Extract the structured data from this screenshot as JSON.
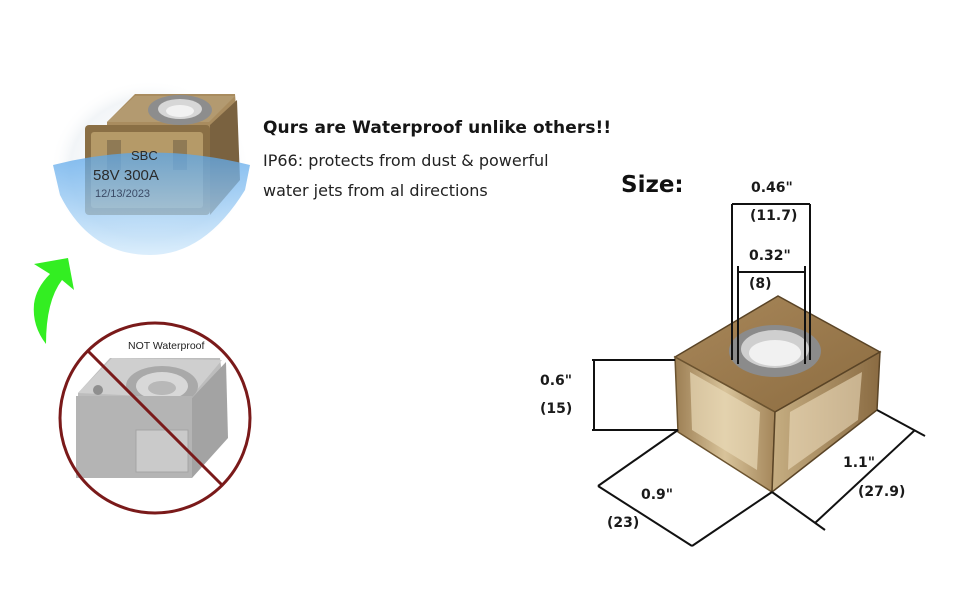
{
  "feature": {
    "headline": "Qurs are Waterproof unlike others!!",
    "description_line1": "IP66: protects from dust & powerful",
    "description_line2": "water jets from al directions"
  },
  "waterproof_product": {
    "brand_text": "SBC",
    "rating_text": "58V 300A",
    "date_text": "12/13/2023",
    "body_color": "#8a6f45",
    "water_color": "#6fb6ee"
  },
  "comparison": {
    "arrow_color": "#33ee22",
    "not_label": "NOT Waterproof",
    "prohibit_color": "#7a1a1a"
  },
  "size": {
    "title": "Size:",
    "outer_hole": {
      "inch": "0.46\"",
      "mm": "(11.7)"
    },
    "inner_hole": {
      "inch": "0.32\"",
      "mm": "(8)"
    },
    "height": {
      "inch": "0.6\"",
      "mm": "(15)"
    },
    "width": {
      "inch": "0.9\"",
      "mm": "(23)"
    },
    "depth": {
      "inch": "1.1\"",
      "mm": "(27.9)"
    }
  }
}
